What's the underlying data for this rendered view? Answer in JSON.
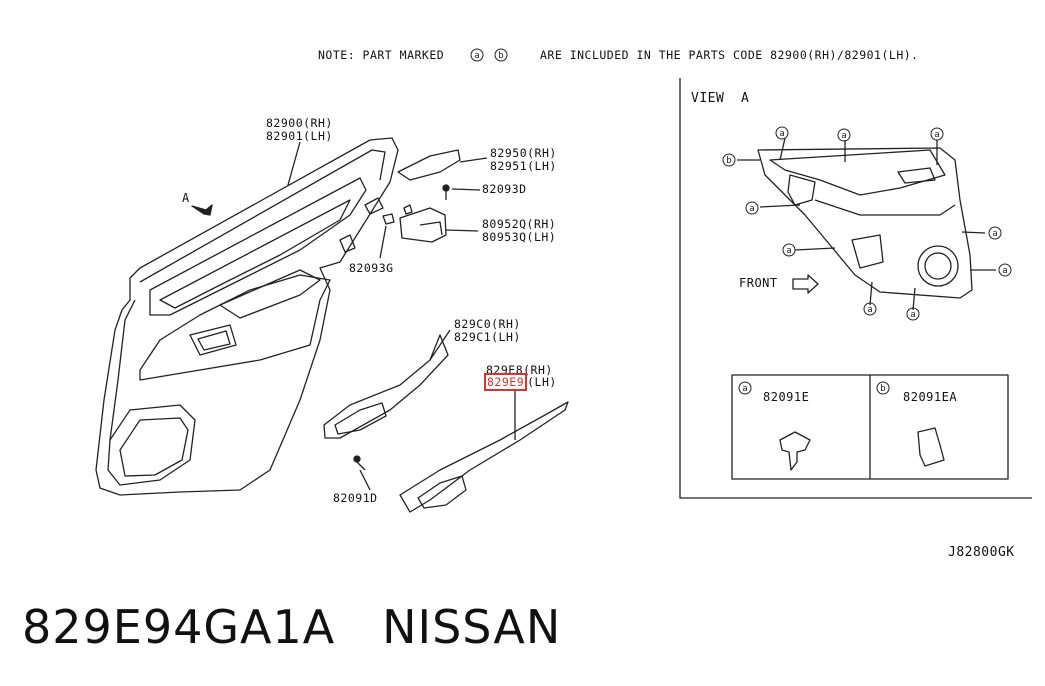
{
  "note_prefix": "NOTE: PART MARKED",
  "note_marks": [
    "a",
    "b"
  ],
  "note_suffix": "ARE INCLUDED IN THE PARTS CODE 82900(RH)/82901(LH).",
  "parts": {
    "p1": [
      "82900(RH)",
      "82901(LH)"
    ],
    "p2": [
      "82950(RH)",
      "82951(LH)"
    ],
    "p3": "82093D",
    "p4": [
      "80952Q(RH)",
      "80953Q(LH)"
    ],
    "p5": "82093G",
    "p6": [
      "829C0(RH)",
      "829C1(LH)"
    ],
    "p7_rh": "829E8(RH)",
    "p7_lh_code": "829E9",
    "p7_lh_side": "(LH)",
    "p8": "82091D"
  },
  "view_label": "VIEW  A",
  "front_label": "FRONT",
  "arrow_label": "A",
  "legend": [
    {
      "mark": "a",
      "code": "82091E"
    },
    {
      "mark": "b",
      "code": "82091EA"
    }
  ],
  "diagram_code": "J82800GK",
  "footer": {
    "part_number": "829E94GA1A",
    "brand": "NISSAN"
  },
  "colors": {
    "highlight": "#e0302a",
    "line": "#222222"
  }
}
